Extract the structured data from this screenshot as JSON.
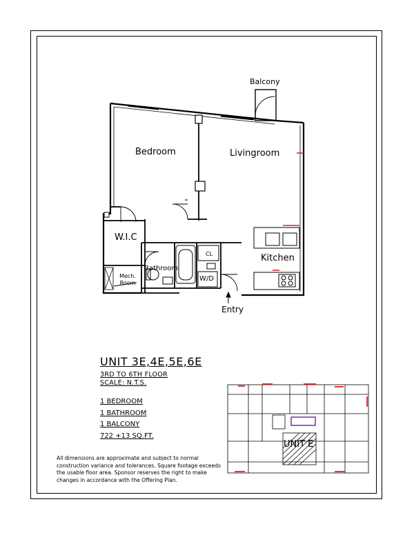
{
  "rooms": {
    "balcony": "Balcony",
    "bedroom": "Bedroom",
    "livingroom": "Livingroom",
    "wic": "W.I.C",
    "kitchen": "Kitchen",
    "bathroom": "Bathroom",
    "mech_line1": "Mech.",
    "mech_line2": "Room",
    "cl": "CL",
    "wd": "W/D",
    "entry": "Entry"
  },
  "unit": {
    "title": "UNIT 3E,4E,5E,6E",
    "floors": "3RD TO 6TH FLOOR",
    "scale": "SCALE: N.T.S.",
    "bedrooms": "1 BEDROOM",
    "bathrooms": "1 BATHROOM",
    "balconies": "1 BALCONY",
    "area": "722 +13 SQ.FT."
  },
  "disclaimer": "All dimensions are approximate and subject to normal construction variance and tolerances. Square footage exceeds the usable floor area. Sponsor reserves the right to make changes in accordance with the Offering Plan.",
  "key_plan": {
    "label": "UNIT E"
  },
  "colors": {
    "wall": "#000000",
    "accent": "#e0202a",
    "keyplan_highlight": "#7a2ea0"
  }
}
